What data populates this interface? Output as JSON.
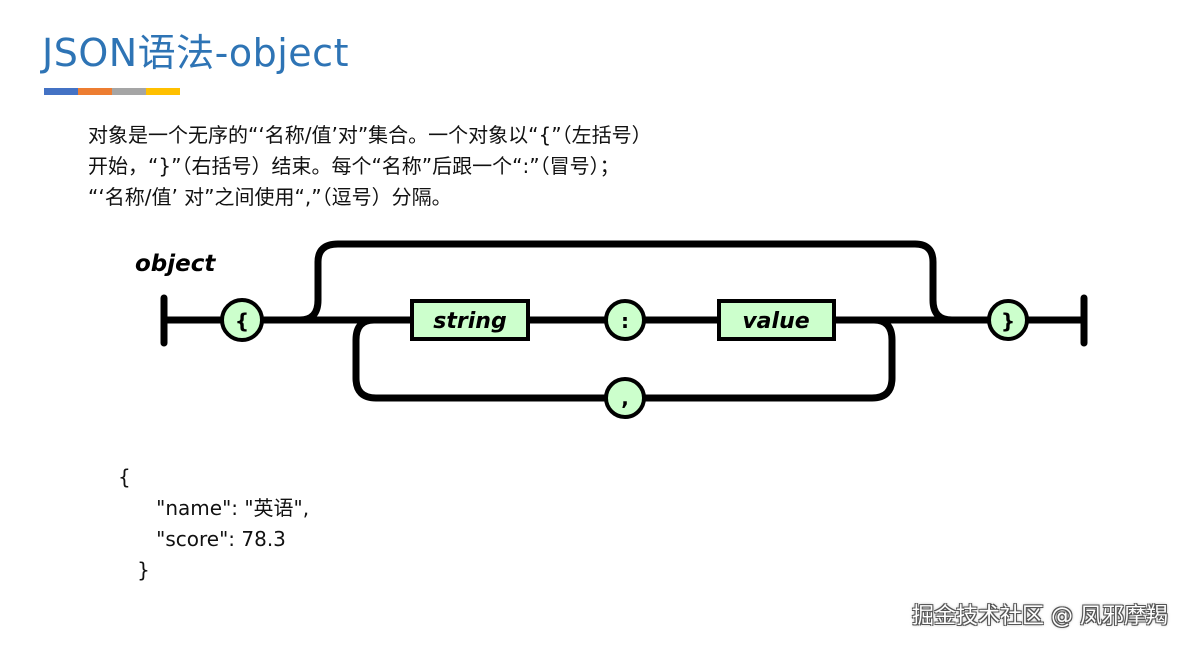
{
  "slide": {
    "title": "JSON语法-object",
    "accent_colors": [
      "#4472C4",
      "#ED7D31",
      "#A5A5A5",
      "#FFC000"
    ]
  },
  "description": {
    "lines": [
      "对象是一个无序的“‘名称/值’对”集合。一个对象以“{”（左括号）",
      "开始，“}”（右括号）结束。每个“名称”后跟一个“:”（冒号）；",
      "“‘名称/值’ 对”之间使用“,”（逗号）分隔。"
    ]
  },
  "diagram": {
    "label": "object",
    "tokens": {
      "open_brace": "{",
      "close_brace": "}",
      "string": "string",
      "colon": ":",
      "value": "value",
      "comma": ","
    },
    "colors": {
      "node_fill": "#CCFFCC",
      "stroke": "#000000"
    }
  },
  "example": {
    "lines": [
      "{",
      "      \"name\": \"英语\",",
      "      \"score\": 78.3",
      "   }"
    ]
  },
  "watermark": "掘金技术社区 @ 凤邪摩羯"
}
